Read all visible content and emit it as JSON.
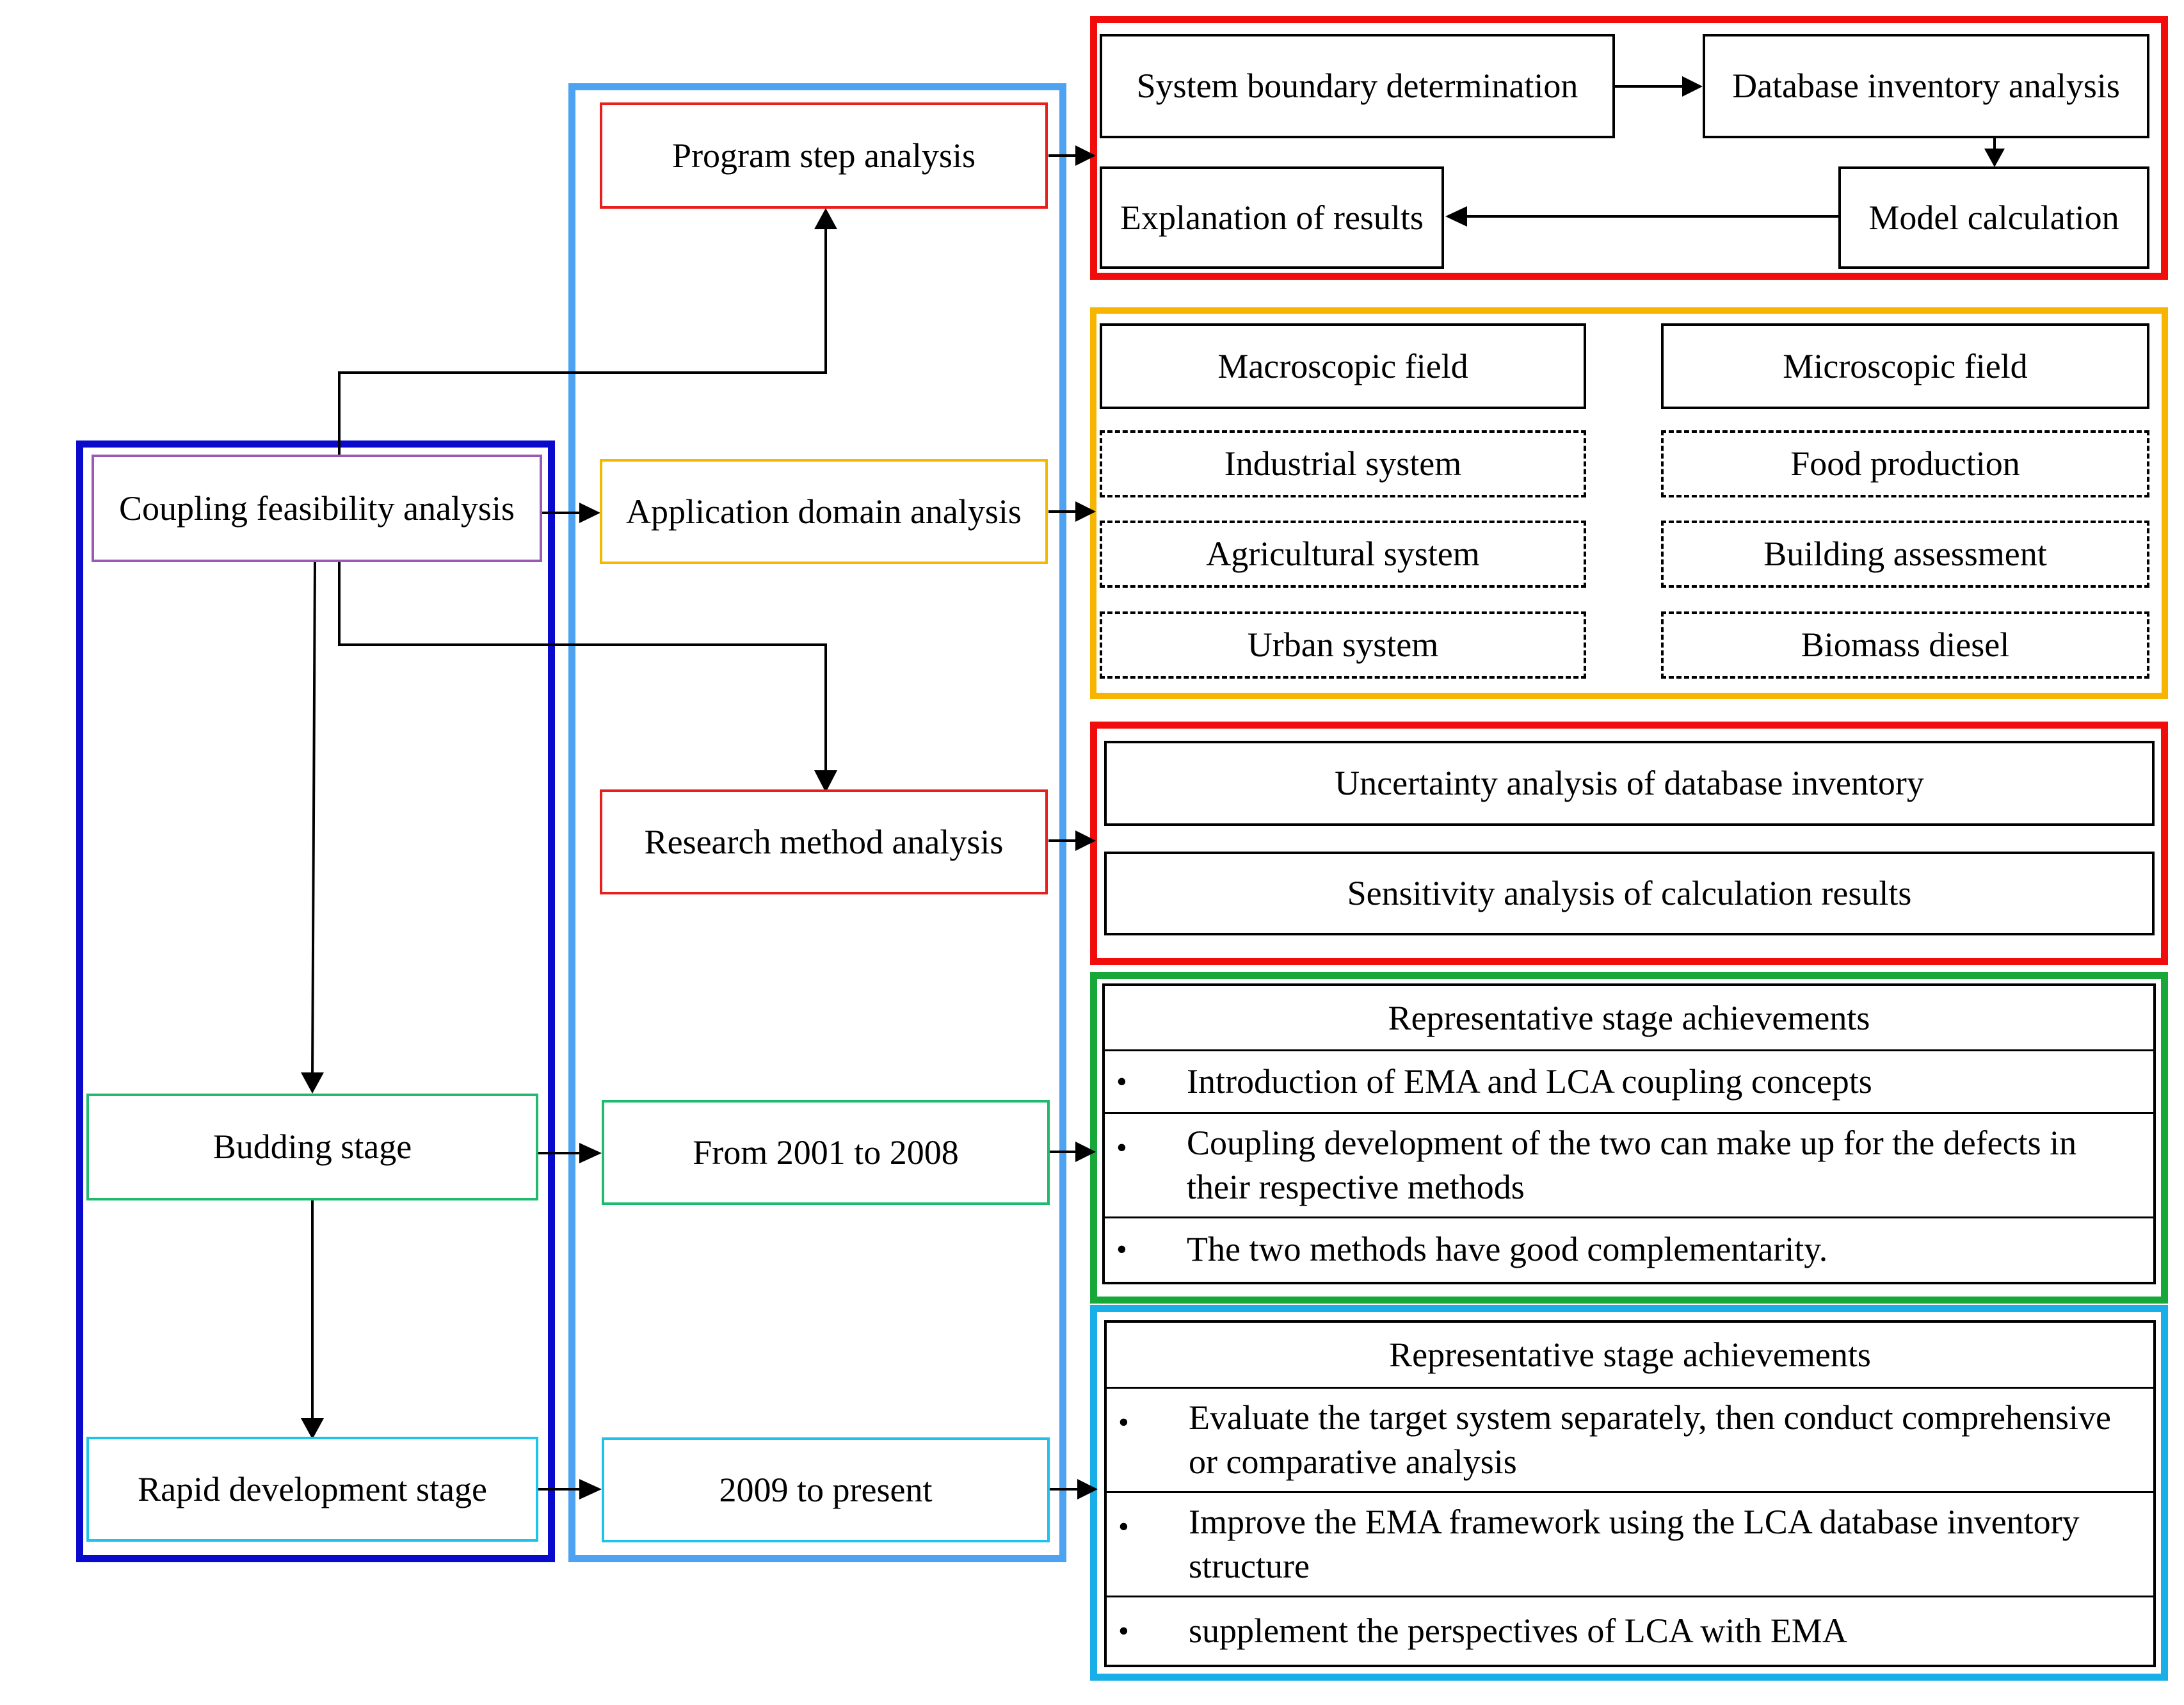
{
  "program_step": {
    "title": "Program step analysis",
    "boxes": {
      "boundary": "System boundary determination",
      "inventory": "Database inventory analysis",
      "model": "Model calculation",
      "results": "Explanation of results"
    }
  },
  "coupling": {
    "title": "Coupling feasibility analysis"
  },
  "app_domain": {
    "title": "Application domain analysis",
    "macro": {
      "header": "Macroscopic field",
      "items": [
        "Industrial system",
        "Agricultural system",
        "Urban system"
      ]
    },
    "micro": {
      "header": "Microscopic field",
      "items": [
        "Food production",
        "Building assessment",
        "Biomass diesel"
      ]
    }
  },
  "research": {
    "title": "Research method analysis",
    "items": [
      "Uncertainty analysis of database inventory",
      "Sensitivity analysis of calculation results"
    ]
  },
  "budding": {
    "stage": "Budding stage",
    "period": "From 2001 to 2008",
    "header": "Representative stage achievements",
    "bullets": [
      "Introduction of EMA and LCA coupling concepts",
      "Coupling development of the two can make up for the defects in their respective methods",
      "The two methods have good complementarity."
    ]
  },
  "rapid": {
    "stage": "Rapid development stage",
    "period": "2009 to present",
    "header": "Representative stage achievements",
    "bullets": [
      "Evaluate the target system separately, then conduct comprehensive or comparative analysis",
      "Improve the EMA framework using the LCA database inventory structure",
      "supplement the perspectives of LCA with EMA"
    ]
  },
  "bullet_glyph": "•",
  "colors": {
    "program_step": "#e8201c",
    "coupling": "#9b59b6",
    "app_domain": "#f5b800",
    "research": "#e8201c",
    "budding": "#1fba6e",
    "rapid": "#1ec3eb",
    "left_frame": "#0a0acc",
    "middle_frame": "#4da3f2",
    "red_frame": "#f20d0d",
    "orange_frame": "#f7b500",
    "green_frame": "#18a83a",
    "cyan_frame": "#18aee8"
  }
}
